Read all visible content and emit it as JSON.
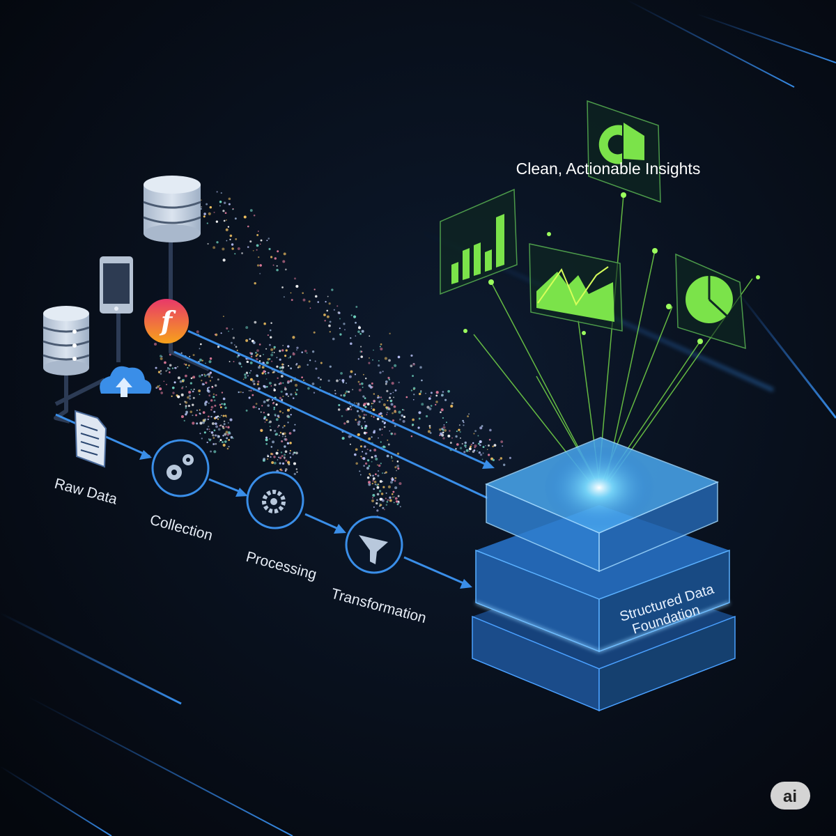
{
  "stages": {
    "raw_data": "Raw Data",
    "collection": "Collection",
    "processing": "Processing",
    "transformation": "Transformation"
  },
  "foundation": {
    "line1": "Structured Data",
    "line2": "Foundation"
  },
  "insights_title": "Clean, Actionable Insights",
  "badge": "ai",
  "icons": [
    "database-icon",
    "smartphone-icon",
    "f-app-icon",
    "cloud-upload-icon",
    "document-icon",
    "gears-icon",
    "gear-icon",
    "funnel-icon",
    "bar-chart-icon",
    "line-chart-icon",
    "pie-chart-icon",
    "gauge-chart-icon"
  ],
  "colors": {
    "accent_blue": "#3a8ee8",
    "accent_green": "#7be34a",
    "background": "#060b16"
  }
}
